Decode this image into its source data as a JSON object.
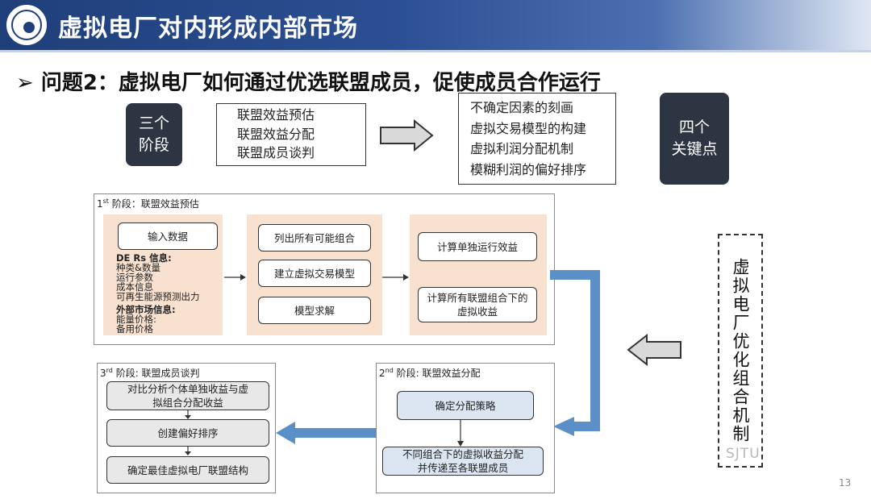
{
  "header": {
    "title": "虚拟电厂对内形成内部市场"
  },
  "question": "➢ 问题2：虚拟电厂如何通过优选联盟成员，促使成员合作运行",
  "top": {
    "stages_label": [
      "三个",
      "阶段"
    ],
    "stages_list": [
      "联盟效益预估",
      "联盟效益分配",
      "联盟成员谈判"
    ],
    "keys_list": [
      "不确定因素的刻画",
      "虚拟交易模型的构建",
      "虚拟利润分配机制",
      "模糊利润的偏好排序"
    ],
    "keys_label": [
      "四个",
      "关键点"
    ]
  },
  "stage1": {
    "title_num": "1",
    "title_sup": "st",
    "title_text": " 阶段：联盟效益预估",
    "input_btn": "输入数据",
    "ders_heading": "DE Rs 信息:",
    "ders_items": [
      "种类&数量",
      "运行参数",
      "成本信息",
      "可再生能源预测出力"
    ],
    "market_heading": "外部市场信息:",
    "market_items": [
      "能量价格:",
      "备用价格"
    ],
    "mid_btns": [
      "列出所有可能组合",
      "建立虚拟交易模型",
      "模型求解"
    ],
    "right_btns": [
      "计算单独运行效益",
      "计算所有联盟组合下的虚拟收益"
    ]
  },
  "stage2": {
    "title_num": "2",
    "title_sup": "nd",
    "title_text": " 阶段: 联盟效益分配",
    "btn1": "确定分配策略",
    "btn2_line1": "不同组合下的虚拟收益分配",
    "btn2_line2": "并传递至各联盟成员"
  },
  "stage3": {
    "title_num": "3",
    "title_sup": "rd",
    "title_text": " 阶段: 联盟成员谈判",
    "btn1_line1": "对比分析个体单独收益与虚",
    "btn1_line2": "拟组合分配收益",
    "btn2": "创建偏好排序",
    "btn3": "确定最佳虚拟电厂联盟结构"
  },
  "side_label": "虚拟电厂优化组合机制",
  "footer": {
    "logo_text": "SJTU",
    "page_number": "13"
  },
  "colors": {
    "header": "#1f3f7a",
    "arrow_blue": "#5b8fc7",
    "stage_tan": "#f8e1cf",
    "dark_box": "#2d3442"
  }
}
